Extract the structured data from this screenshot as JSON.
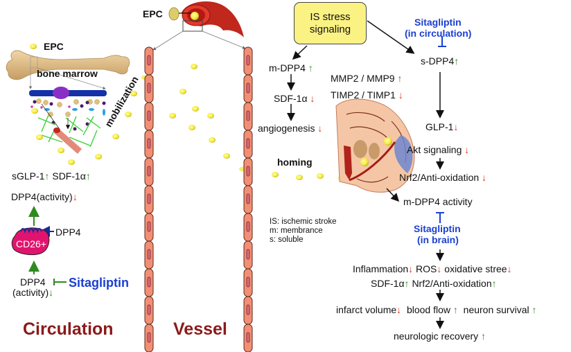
{
  "top": {
    "epc_vessel_label": "EPC",
    "epc_bone_label": "EPC",
    "bone_marrow_label": "bone marrow",
    "mobilization_label": "mobilization",
    "homing_label": "homing"
  },
  "circulation": {
    "sglp1": "sGLP-1",
    "sdf1a": "SDF-1α",
    "dpp4_activity": "DPP4(activity)",
    "dpp4_label": "DPP4",
    "cd26": "CD26+",
    "dpp4_lower": "DPP4",
    "activity_lower": "(activity)",
    "sitagliptin": "Sitagliptin",
    "section_title": "Circulation"
  },
  "vessel": {
    "section_title": "Vessel"
  },
  "brain_pathway": {
    "is_stress": "IS stress signaling",
    "m_dpp4": "m-DPP4",
    "sdf1a": "SDF-1α",
    "angiogenesis": "angiogenesis",
    "mmp": "MMP2 / MMP9",
    "timp": "TIMP2 / TIMP1",
    "sitagliptin_circ_line1": "Sitagliptin",
    "sitagliptin_circ_line2": "(in circulation)",
    "s_dpp4": "s-DPP4",
    "glp1": "GLP-1",
    "akt": "Akt signaling",
    "nrf2": "Nrf2/Anti-oxidation",
    "m_dpp4_activity": "m-DPP4 activity",
    "sitagliptin_brain_line1": "Sitagliptin",
    "sitagliptin_brain_line2": "(in brain)",
    "inflammation": "Inflammation",
    "ros": "ROS",
    "oxidative": "oxidative stree",
    "sdf1a_up": "SDF-1α",
    "nrf2_up": "Nrf2/Anti-oxidation",
    "infarct": "infarct volume",
    "blood_flow": "blood flow",
    "neuron_survival": "neuron survival",
    "neuro_recovery": "neurologic recovery"
  },
  "legend": {
    "items": [
      "IS: ischemic stroke",
      "m: membrance",
      "s: soluble"
    ]
  },
  "arrows": {
    "up": "↑",
    "down": "↓"
  },
  "colors": {
    "up_arrow": "#2f8a1f",
    "down_arrow": "#e0331a",
    "sitagliptin_blue": "#1a3fd0",
    "title_maroon": "#8b1a1a",
    "vessel_cell": "#f28e74",
    "is_box": "#fbf284",
    "epc": "#f4ec3a"
  }
}
